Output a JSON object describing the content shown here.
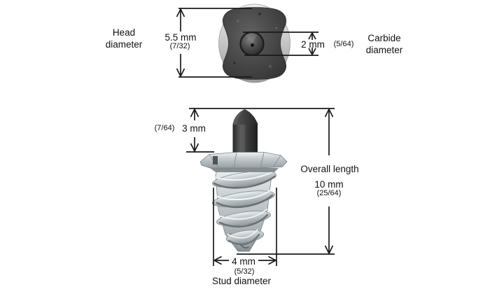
{
  "figure": {
    "background": "#ffffff",
    "line_color": "#1a1a1a",
    "top_view": {
      "head_label_line1": "Head",
      "head_label_line2": "diameter",
      "head_value": "5.5 mm",
      "head_fraction": "(7/32)",
      "carbide_value": "2 mm",
      "carbide_fraction": "(5/64)",
      "carbide_label_line1": "Carbide",
      "carbide_label_line2": "diameter"
    },
    "side_view": {
      "tip_fraction": "(7/64)",
      "tip_value": "3 mm",
      "overall_label": "Overall length",
      "overall_value": "10 mm",
      "overall_fraction": "(25/64)",
      "stud_value": "4 mm",
      "stud_fraction": "(5/32)",
      "stud_label": "Stud diameter"
    }
  }
}
